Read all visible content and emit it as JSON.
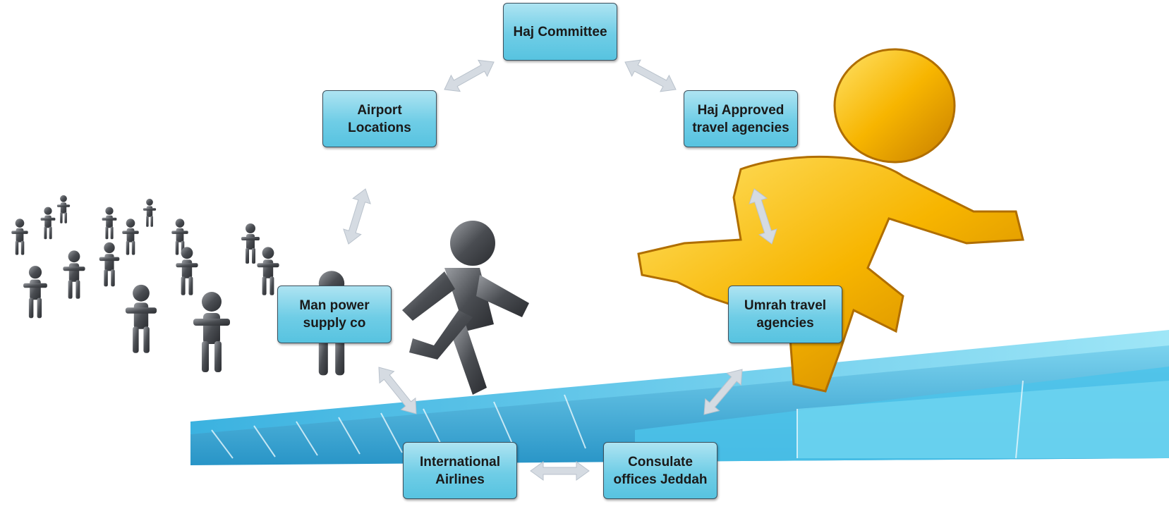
{
  "diagram": {
    "nodes": [
      {
        "id": "haj-committee",
        "label": "Haj Committee"
      },
      {
        "id": "airport-locations",
        "label": "Airport\nLocations"
      },
      {
        "id": "haj-approved",
        "label": "Haj Approved\ntravel agencies"
      },
      {
        "id": "man-power",
        "label": "Man power\nsupply co"
      },
      {
        "id": "umrah-travel",
        "label": "Umrah travel\nagencies"
      },
      {
        "id": "international-airlines",
        "label": "International\nAirlines"
      },
      {
        "id": "consulate-offices",
        "label": "Consulate\noffices Jeddah"
      }
    ],
    "edges": [
      {
        "from": "haj-committee",
        "to": "airport-locations",
        "type": "bidirectional"
      },
      {
        "from": "haj-committee",
        "to": "haj-approved",
        "type": "bidirectional"
      },
      {
        "from": "airport-locations",
        "to": "man-power",
        "type": "bidirectional"
      },
      {
        "from": "haj-approved",
        "to": "umrah-travel",
        "type": "bidirectional"
      },
      {
        "from": "man-power",
        "to": "international-airlines",
        "type": "bidirectional"
      },
      {
        "from": "umrah-travel",
        "to": "consulate-offices",
        "type": "bidirectional"
      },
      {
        "from": "international-airlines",
        "to": "consulate-offices",
        "type": "bidirectional"
      }
    ]
  },
  "colors": {
    "box_fill": "#6fcde6",
    "box_border": "#3b4f5c",
    "arrow": "#d5dbe2",
    "steps": "#2aa6d6",
    "gold_figure": "#f5b400",
    "dark_figures": "#4a4d52"
  },
  "background_image": {
    "icons": [
      "running-gold-figure-icon",
      "dark-running-figures-icon",
      "blue-stairs-icon"
    ]
  }
}
